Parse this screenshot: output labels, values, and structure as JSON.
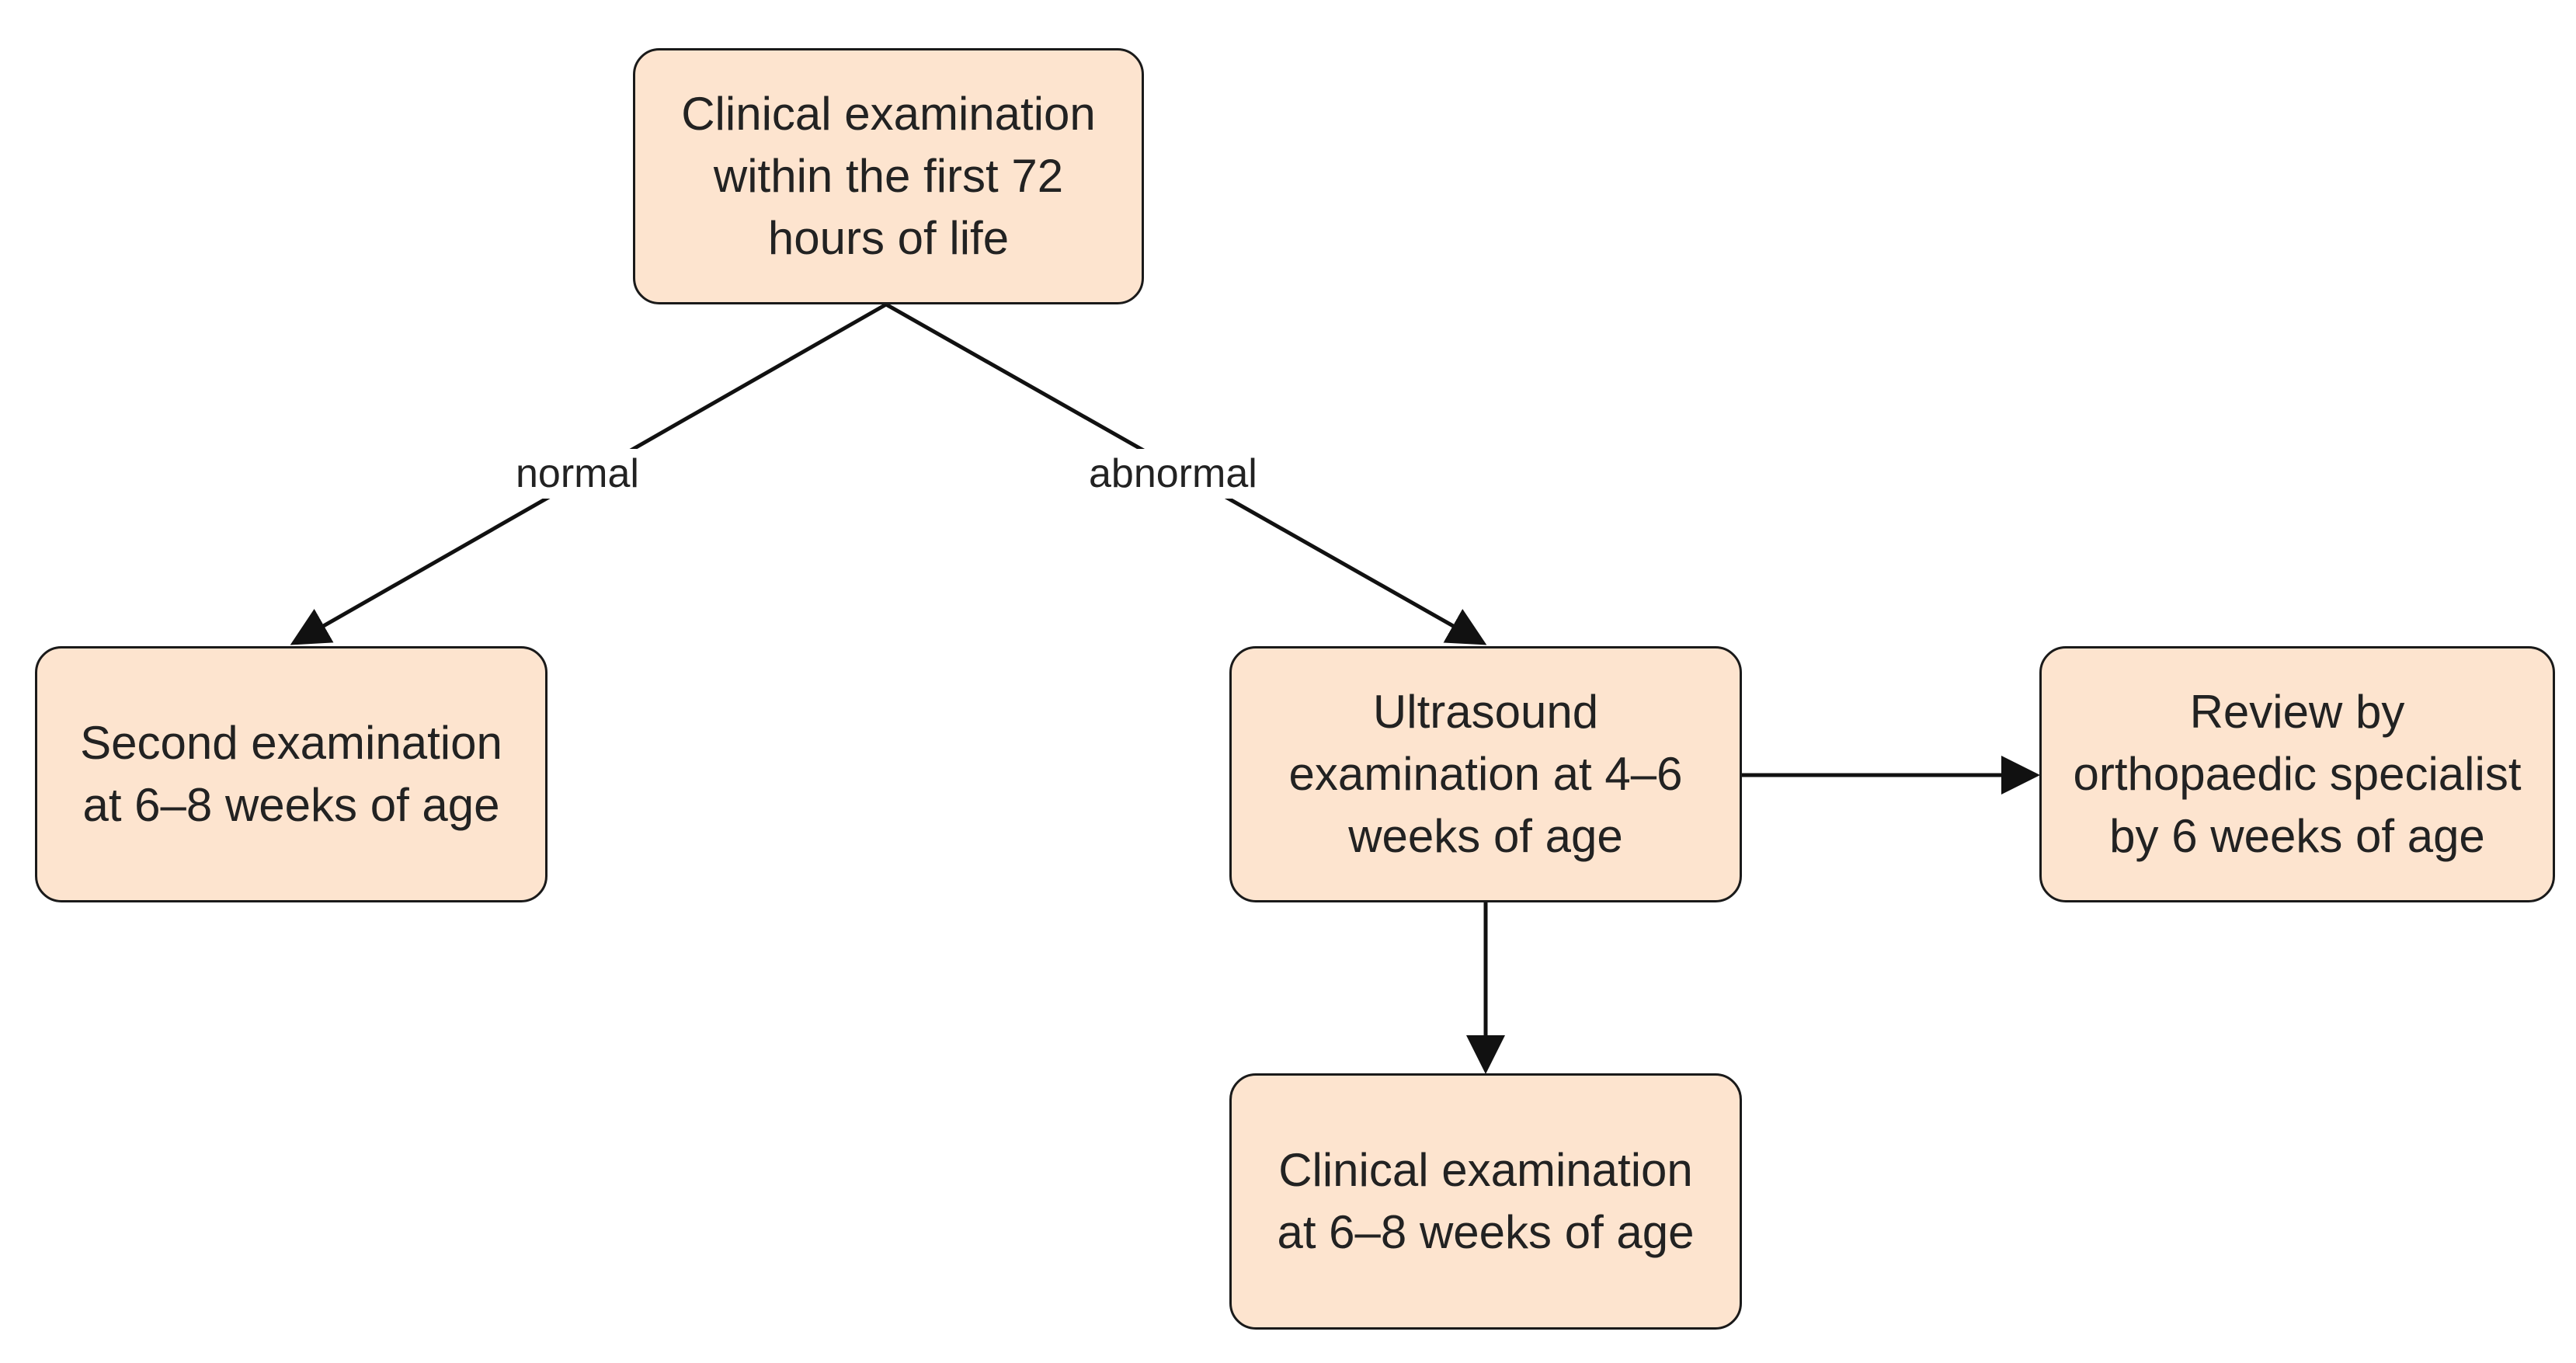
{
  "colors": {
    "node_fill": "#fde4cf",
    "node_border": "#1a1a1a",
    "connector": "#111111"
  },
  "nodes": {
    "clinical_72h": "Clinical examination\nwithin the first 72\nhours of life",
    "second_exam": "Second examination\nat 6–8 weeks of age",
    "ultrasound": "Ultrasound\nexamination at 4–6\nweeks of age",
    "review": "Review by\northopaedic specialist\nby 6 weeks of age",
    "clinical_6_8": "Clinical examination\nat 6–8 weeks of age"
  },
  "edges": {
    "normal": "normal",
    "abnormal": "abnormal"
  }
}
